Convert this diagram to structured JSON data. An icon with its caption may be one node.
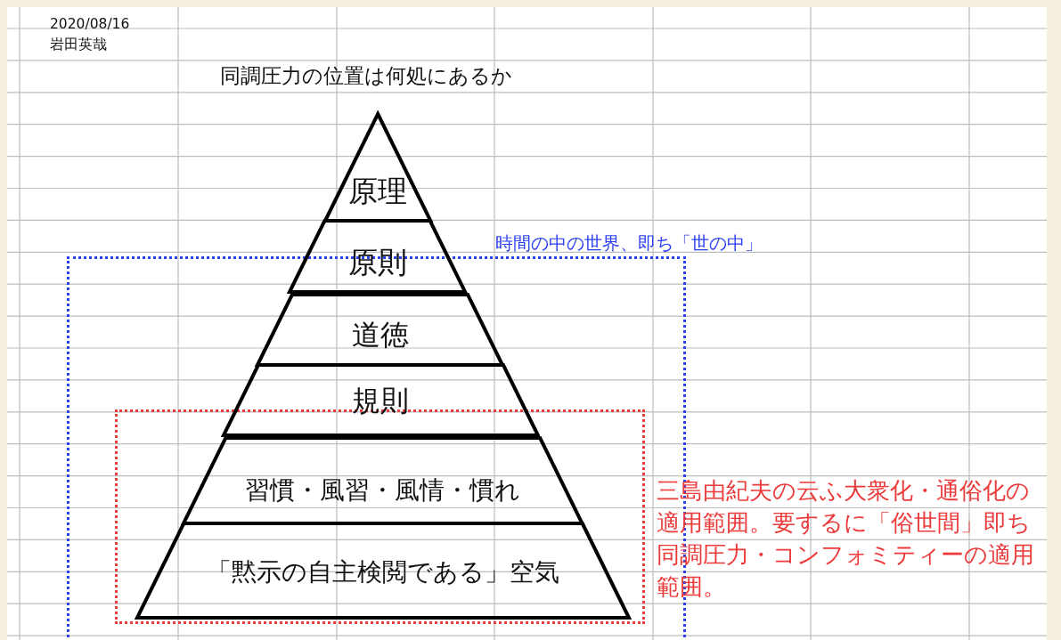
{
  "diagram": {
    "title": "同調圧力の位置は何処にあるか",
    "nodes": [
      {
        "text": [
          "時間の中の世界、即ち「世の中」"
        ]
      },
      {
        "text": [
          "三島由紀夫の云ふ大衆化・通俗化の適用範囲。要するに「俗世間」即ち同調圧力・コンフォミティーの適用範囲。"
        ],
        "in": 0
      },
      {
        "text": [
          "原理"
        ]
      },
      {
        "text": [
          "原則"
        ]
      },
      {
        "text": [
          "道徳"
        ],
        "in": 0
      },
      {
        "text": [
          "規則"
        ],
        "in": 0
      },
      {
        "text": [
          "習慣・風習・風情・慣れ"
        ],
        "in": 1
      },
      {
        "text": [
          "「黙示の自主検閲である」空気"
        ],
        "in": 1
      }
    ],
    "labels": [
      "2020/08/16",
      "岩田英哉"
    ]
  }
}
